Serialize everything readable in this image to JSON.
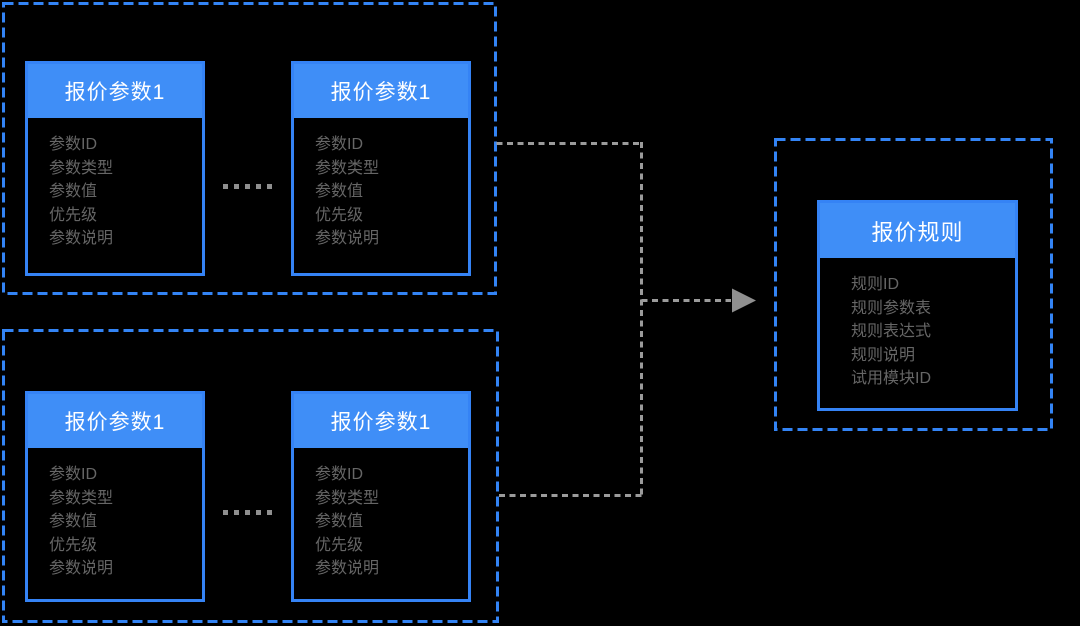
{
  "diagram": {
    "background_color": "#000000",
    "accent_blue": "#3583F5",
    "header_blue": "#3F8EF7",
    "connector_gray": "#9B9B9B",
    "field_text_gray": "#666666",
    "cards": [
      {
        "title": "报价参数1",
        "fields": [
          "参数ID",
          "参数类型",
          "参数值",
          "优先级",
          "参数说明"
        ]
      },
      {
        "title": "报价参数1",
        "fields": [
          "参数ID",
          "参数类型",
          "参数值",
          "优先级",
          "参数说明"
        ]
      },
      {
        "title": "报价参数1",
        "fields": [
          "参数ID",
          "参数类型",
          "参数值",
          "优先级",
          "参数说明"
        ]
      },
      {
        "title": "报价参数1",
        "fields": [
          "参数ID",
          "参数类型",
          "参数值",
          "优先级",
          "参数说明"
        ]
      },
      {
        "title": "报价规则",
        "fields": [
          "规则ID",
          "规则参数表",
          "规则表达式",
          "规则说明",
          "试用模块ID"
        ]
      }
    ]
  }
}
